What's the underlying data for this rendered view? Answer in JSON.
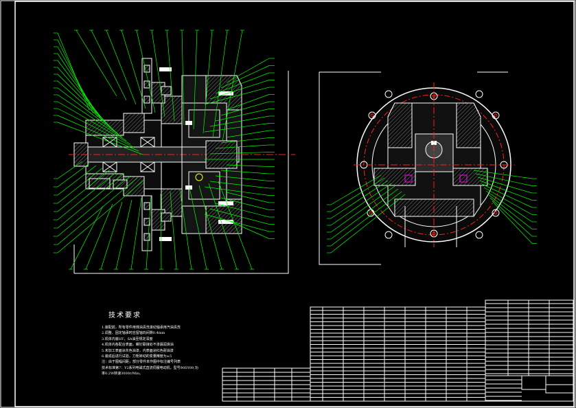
{
  "drawing": {
    "title": "",
    "colors": {
      "background": "#000000",
      "frame": "#ffffff",
      "leader": "#00ff00",
      "section_part": "#ffffff",
      "hatch": "#9a9a9a",
      "center_line": "#ff2020",
      "accent_yellow": "#ffff00",
      "accent_magenta": "#ff00ff"
    }
  },
  "notes": {
    "heading": "技术要求",
    "items": [
      "1.装配前，所有零件用煤油清洗滚动轴承用汽油清洗",
      "2.调整、固定轴承时应留轴向间隙0.4mm",
      "3.机体内装HT，SA油至规定深度",
      "4.机体内各配合表面，螺钉联接处不渗漏润滑油",
      "5.未加工表面涂灰色油漆，内表面涂红色耐油漆",
      "6.装成后进行试验，力矩转动的变量精度为±5",
      "  注：由于图幅间距，部分零件未作图中标注编号列表",
      "     技术标准第7：Y2系列电磁式直流伺服电动机，型号90SY09,功",
      "率0.2W转速3000r/Min。"
    ]
  },
  "leaders": {
    "front_view": {
      "icon": "callout-leader-icon"
    },
    "side_view": {
      "icon": "callout-leader-icon"
    }
  }
}
